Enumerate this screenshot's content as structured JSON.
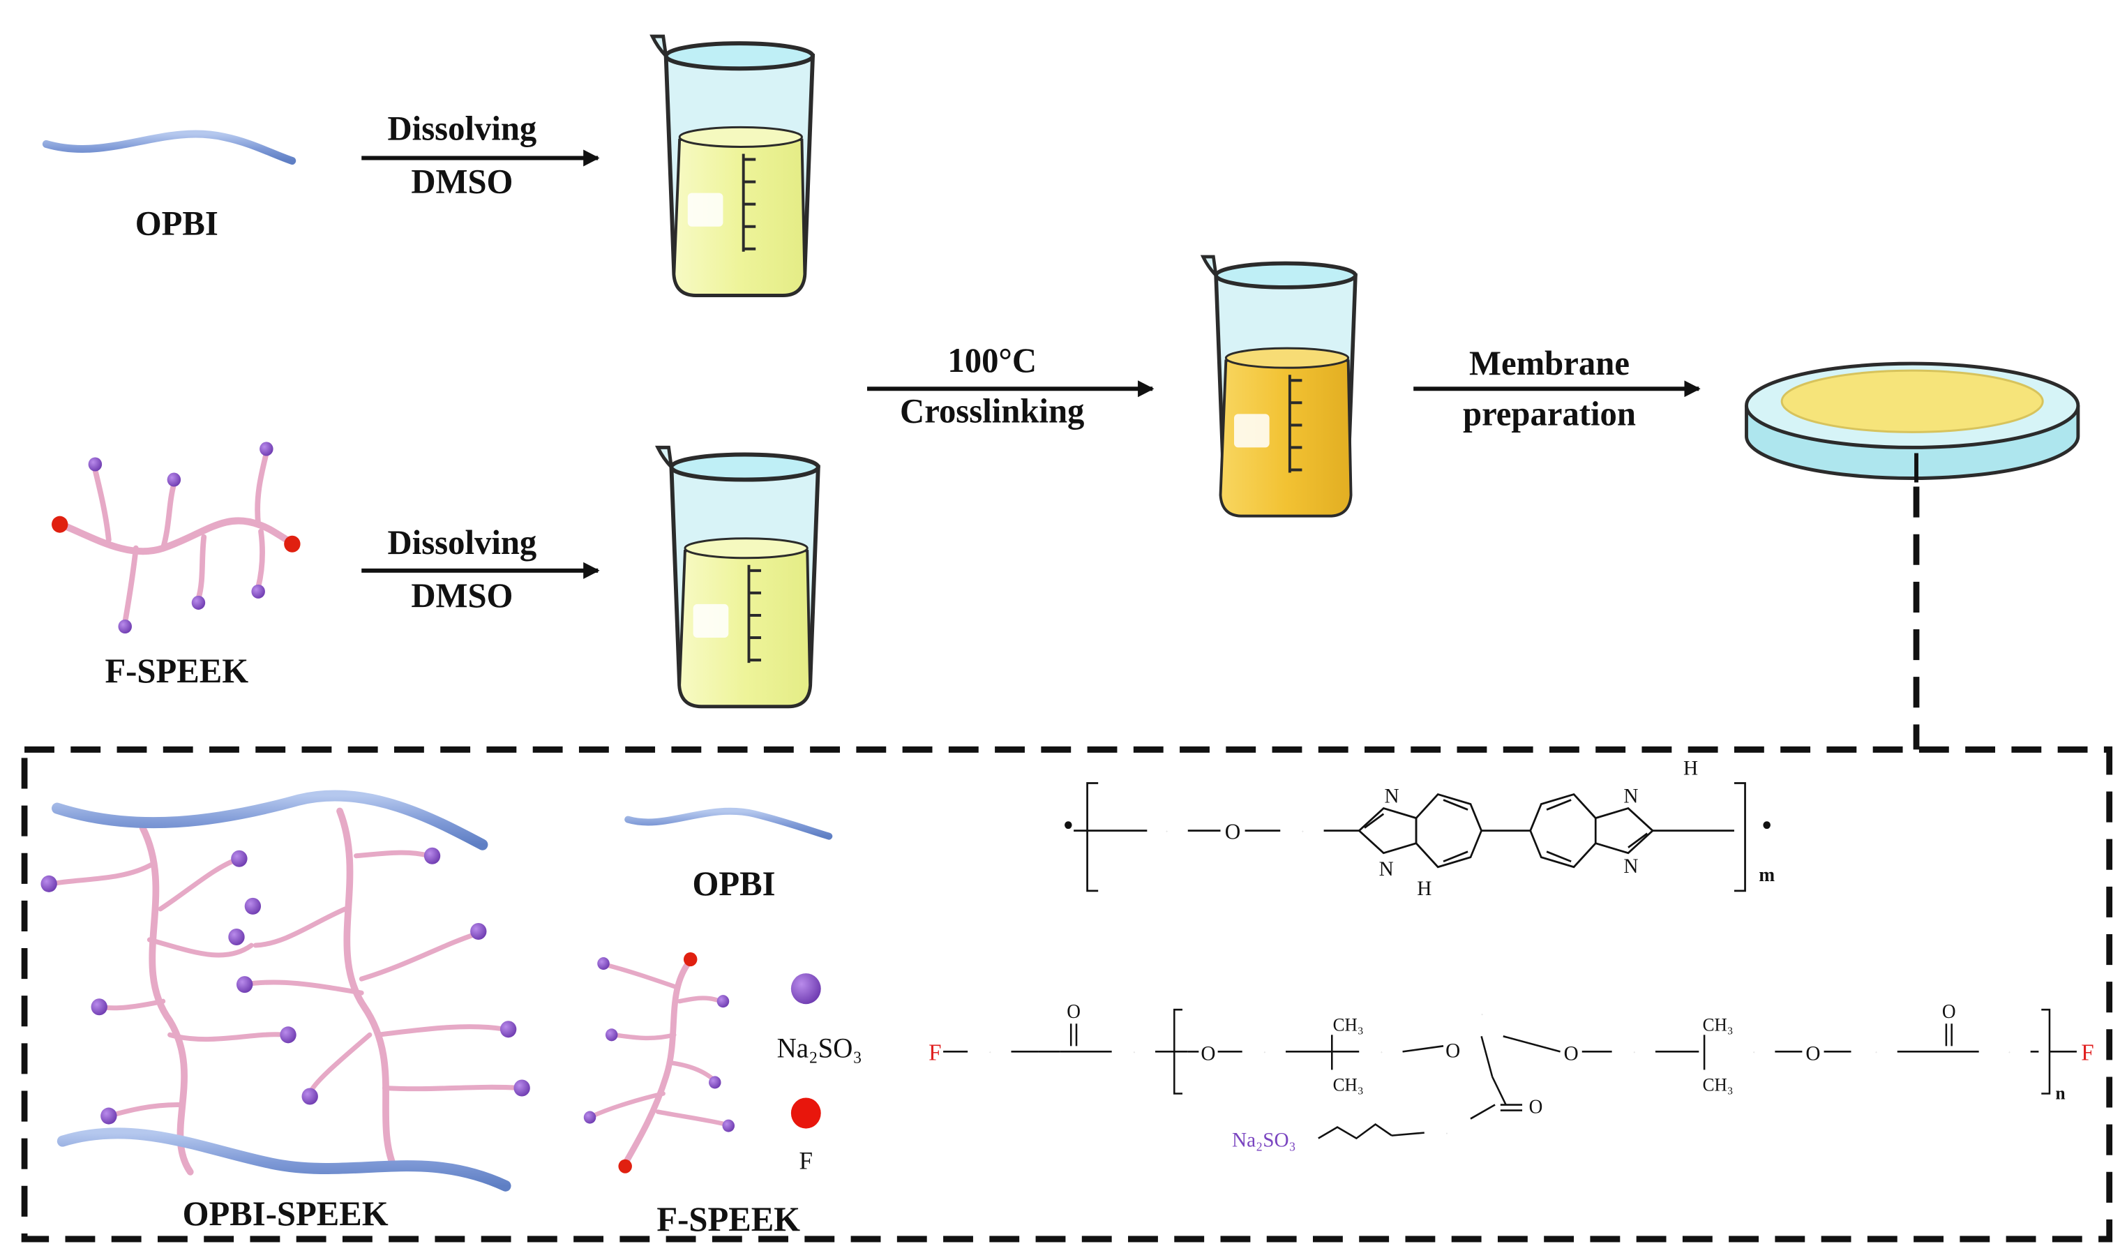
{
  "colors": {
    "opbi_chain": "#8FA9DD",
    "speek_chain": "#E6A9C6",
    "sulfonate_dot": "#8A4FC2",
    "fluorine_dot": "#E02010",
    "solution_light": "#F3F7A8",
    "solution_mixed": "#F2C33A",
    "glass": "#CBEFF5",
    "membrane": "#F6E47A",
    "fluorine_text": "#E02020",
    "sulfonate_text": "#7A45C0"
  },
  "icons": [
    "opbi-chain-icon",
    "speek-chain-icon",
    "beaker-icon",
    "petri-dish-icon"
  ],
  "labels": {
    "opbi_top": "OPBI",
    "fspeek_top": "F-SPEEK",
    "dissolving_1a": "Dissolving",
    "dissolving_1b": "DMSO",
    "dissolving_2a": "Dissolving",
    "dissolving_2b": "DMSO",
    "crosslink_a": "100°C",
    "crosslink_b": "Crosslinking",
    "membrane_a": "Membrane",
    "membrane_b": "preparation",
    "network": "OPBI-SPEEK",
    "legend_opbi": "OPBI",
    "legend_fspeek": "F-SPEEK",
    "legend_na": "Na₂SO₃",
    "legend_f": "F"
  },
  "structures": {
    "opbi": {
      "o": "O",
      "n1": "N",
      "h1": "H",
      "n2": "N",
      "n3": "N",
      "h2": "H",
      "n4": "N",
      "repeat": "m"
    },
    "speek": {
      "f_left": "F",
      "o_keto1": "O",
      "o1": "O",
      "ch3_1": "CH₃",
      "ch3_2": "CH₃",
      "o2": "O",
      "o_keto2": "O",
      "o3": "O",
      "ch3_3": "CH₃",
      "ch3_4": "CH₃",
      "o4": "O",
      "o_keto3": "O",
      "f_right": "F",
      "repeat": "n",
      "sidechain": "Na₂SO₃"
    }
  }
}
